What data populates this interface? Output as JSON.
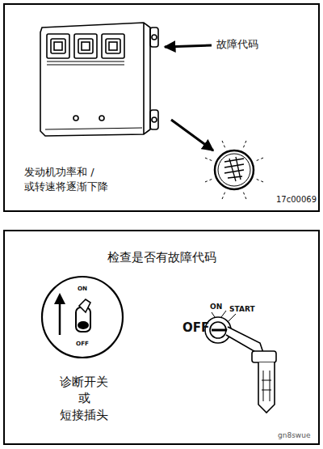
{
  "diagram": {
    "nodes": [
      {
        "text": [
          "发动机功率和 /或转速将逐渐下降"
        ]
      },
      {
        "text": [
          "检查是否有故障代码",
          "诊断开关 或 短接插头"
        ]
      },
      {
        "text": [
          "ON",
          "OFF"
        ],
        "in": 1
      }
    ],
    "labels": [
      "故障代码",
      "17c00069",
      "OFF",
      "ON",
      "START",
      "gn8swue"
    ]
  }
}
